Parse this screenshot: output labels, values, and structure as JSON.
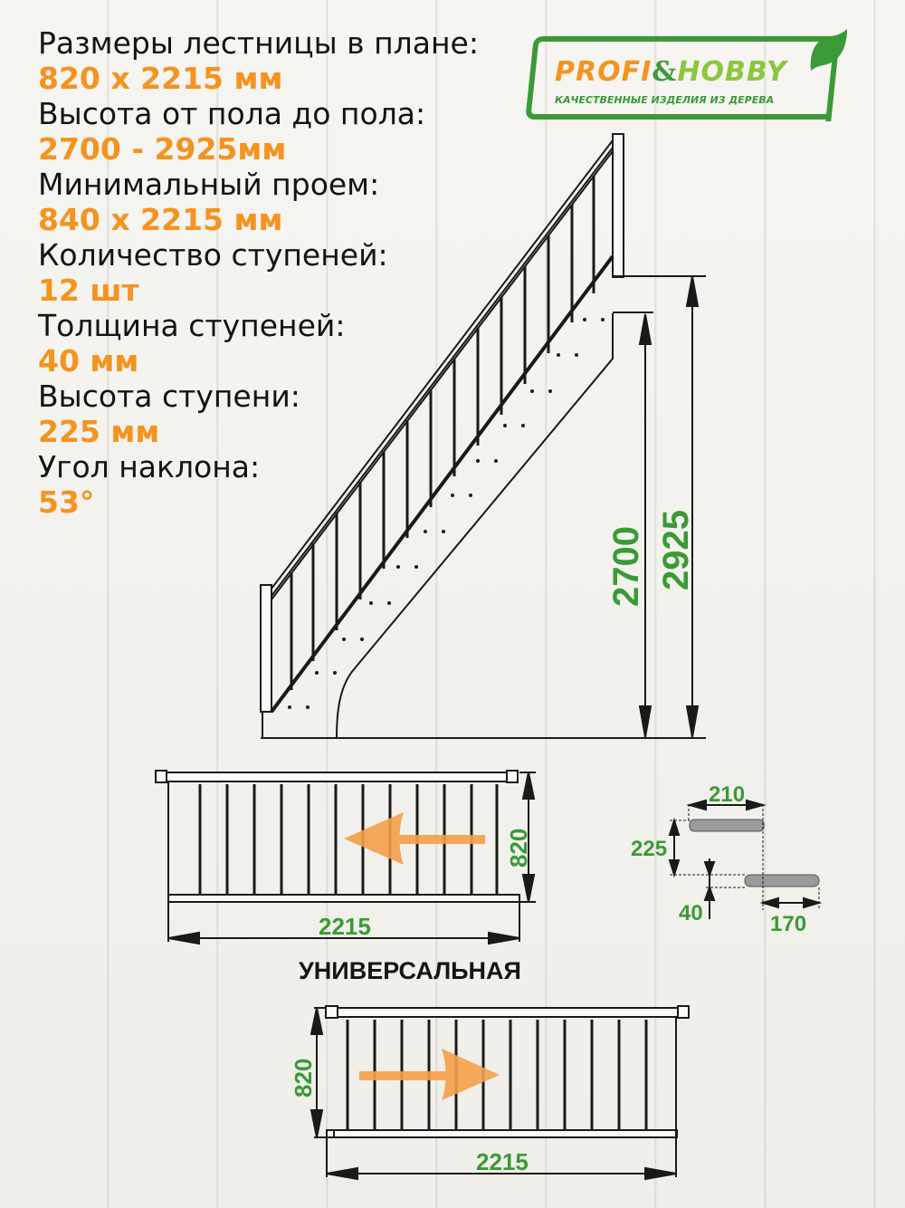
{
  "specs": [
    {
      "label": "Размеры лестницы в плане:",
      "value": "820 x 2215 мм"
    },
    {
      "label": "Высота от пола до пола:",
      "value": "2700 - 2925мм"
    },
    {
      "label": "Минимальный проем:",
      "value": "840 x 2215 мм"
    },
    {
      "label": "Количество ступеней:",
      "value": "12 шт"
    },
    {
      "label": "Толщина ступеней:",
      "value": "40 мм"
    },
    {
      "label": "Высота ступени:",
      "value": "225 мм"
    },
    {
      "label": "Угол наклона:",
      "value": "53°"
    }
  ],
  "logo": {
    "profi": "PROFI",
    "amp": "&",
    "hobby": "HOBBY",
    "subtitle": "КАЧЕСТВЕННЫЕ ИЗДЕЛИЯ ИЗ ДЕРЕВА",
    "icon": "leaf-icon"
  },
  "side_view": {
    "height_min": "2700",
    "height_max": "2925"
  },
  "plan_left": {
    "width": "820",
    "length": "2215",
    "arrow_direction": "left"
  },
  "caption": "УНИВЕРСАЛЬНАЯ",
  "step_detail": {
    "tread_depth": "210",
    "rise": "225",
    "thickness": "40",
    "going": "170"
  },
  "plan_right": {
    "width": "820",
    "length": "2215",
    "arrow_direction": "right"
  },
  "colors": {
    "orange": "#f5931e",
    "green": "#3a9a35",
    "light_green": "#8cc63f",
    "line": "#1a1a1a",
    "tread_gray": "#9a9a9a"
  }
}
